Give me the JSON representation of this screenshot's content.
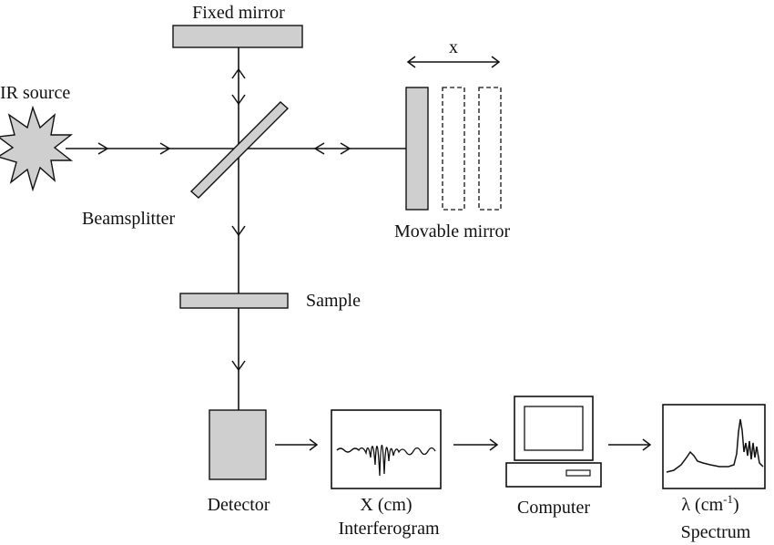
{
  "labels": {
    "fixed_mirror": "Fixed mirror",
    "ir_source": "IR source",
    "beamsplitter": "Beamsplitter",
    "movable_mirror": "Movable mirror",
    "displacement": "x",
    "sample": "Sample",
    "detector": "Detector",
    "interferogram_axis": "X (cm)",
    "interferogram": "Interferogram",
    "computer": "Computer",
    "spectrum_axis_prefix": "λ (cm",
    "spectrum_axis_exp": "-1",
    "spectrum_axis_suffix": ")",
    "spectrum": "Spectrum"
  }
}
